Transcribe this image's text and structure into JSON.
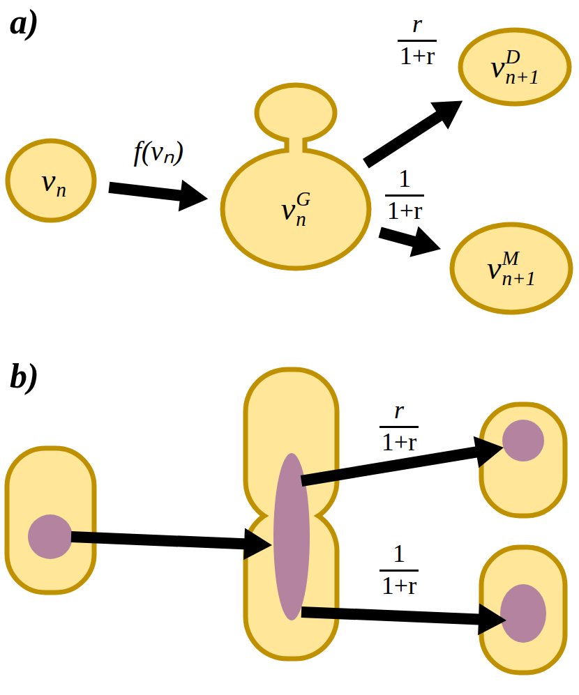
{
  "diagram": {
    "nodes": [
      {
        "text": [
          "v",
          "n"
        ]
      },
      {
        "text": [
          "v",
          "G",
          "n"
        ]
      },
      {
        "text": [
          "v",
          "D",
          "n+1"
        ]
      },
      {
        "text": [
          "v",
          "M",
          "n+1"
        ]
      }
    ],
    "edges": [
      {
        "from": 0,
        "to": 1,
        "arrow": "to",
        "label": "f(vₙ)"
      },
      {
        "from": 1,
        "to": 2,
        "arrow": "to"
      },
      {
        "from": 1,
        "to": 3,
        "arrow": "to"
      }
    ],
    "labels": [
      "a)",
      "b)",
      "r",
      "1+r",
      "1",
      "1+r",
      "r",
      "1+r",
      "1",
      "1+r"
    ]
  }
}
